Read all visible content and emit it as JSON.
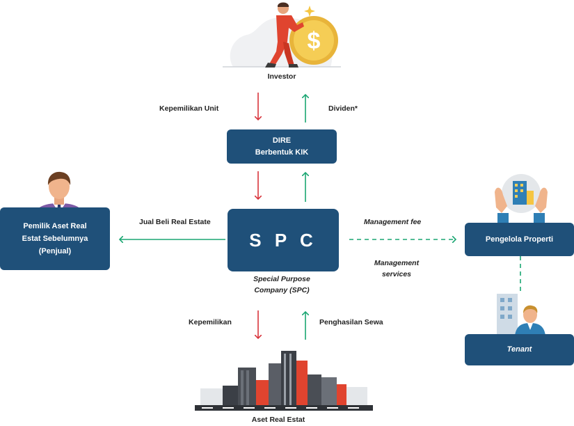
{
  "nodes": {
    "investor": "Investor",
    "dire_line1": "DIRE",
    "dire_line2": "Berbentuk KIK",
    "spc": "S P C",
    "spc_caption_line1": "Special Purpose",
    "spc_caption_line2": "Company (SPC)",
    "seller_line1": "Pemilik Aset Real",
    "seller_line2": "Estat Sebelumnya",
    "seller_line3": "(Penjual)",
    "manager": "Pengelola Properti",
    "tenant": "Tenant",
    "real_estate": "Aset Real Estat"
  },
  "edges": {
    "kepemilikan_unit": "Kepemilikan Unit",
    "dividen": "Dividen*",
    "jual_beli": "Jual Beli Real Estate",
    "management_fee": "Management fee",
    "management_services_line1": "Management",
    "management_services_line2": "services",
    "kepemilikan": "Kepemilikan",
    "penghasilan_sewa": "Penghasilan Sewa"
  },
  "colors": {
    "box": "#1f5079",
    "arrow_red": "#d8333b",
    "arrow_green": "#1aa672"
  },
  "icons": {
    "investor": "man-pushing-coin-illustration",
    "seller": "businessman-avatar",
    "manager": "hands-holding-building",
    "tenant": "man-with-office-building",
    "real_estate": "city-skyline"
  }
}
